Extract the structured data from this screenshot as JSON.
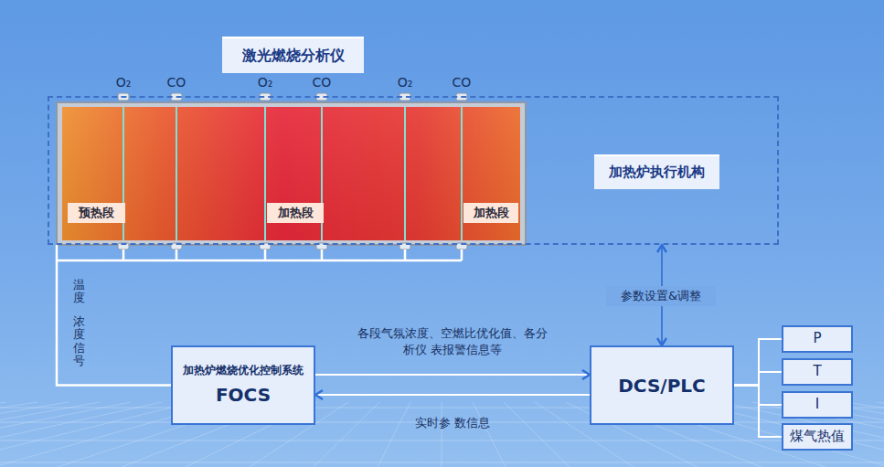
{
  "diagram": {
    "nodes": [
      {
        "text": [
          "激光燃烧分析仪"
        ]
      },
      {
        "text": [
          "加热炉执行机构"
        ]
      },
      {
        "text": [
          "预热段"
        ],
        "in": 1
      },
      {
        "text": [
          "加热段"
        ],
        "in": 1
      },
      {
        "text": [
          "加热段"
        ],
        "in": 1
      },
      {
        "text": [
          "加热炉燃烧优化控制系统",
          "FOCS"
        ]
      },
      {
        "text": [
          "DCS/PLC"
        ]
      },
      {
        "text": [
          "P"
        ]
      },
      {
        "text": [
          "T"
        ]
      },
      {
        "text": [
          "I"
        ]
      },
      {
        "text": [
          "煤气热值"
        ]
      }
    ],
    "edges": [
      {
        "from": 1,
        "to": 5,
        "arrow": "none"
      },
      {
        "from": 5,
        "to": 6,
        "arrow": "to",
        "label": "各段气氛浓度、空燃比优化值、各分析仪 表报警信息等"
      },
      {
        "from": 6,
        "to": 5,
        "arrow": "to",
        "label": "实时参 数信息"
      },
      {
        "from": 6,
        "to": 1,
        "arrow": "both",
        "label": "参数设置&调整"
      },
      {
        "from": 6,
        "to": 7,
        "arrow": "none"
      },
      {
        "from": 6,
        "to": 8,
        "arrow": "none"
      },
      {
        "from": 6,
        "to": 9,
        "arrow": "none"
      },
      {
        "from": 6,
        "to": 10,
        "arrow": "none"
      }
    ],
    "labels": [
      "O₂",
      "CO",
      "O₂",
      "CO",
      "O₂",
      "CO",
      "温度",
      "浓度信号"
    ]
  }
}
